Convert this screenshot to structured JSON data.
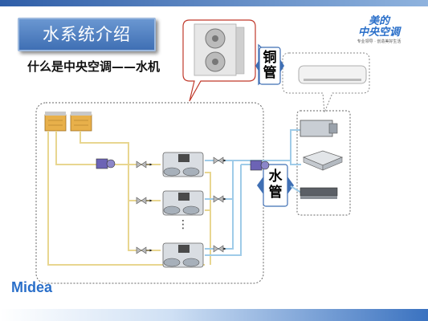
{
  "header": {
    "title": "水系统介绍",
    "subtitle": "什么是中央空调——水机"
  },
  "brand": {
    "logo_line1": "美的",
    "logo_line2": "中央空调",
    "logo_tagline": "专业领导 · 创造美好生活",
    "footer_logo": "Midea"
  },
  "diagram": {
    "copper_pipe_label": [
      "铜",
      "管"
    ],
    "water_pipe_label": [
      "水",
      "管"
    ],
    "chiller_ellipsis": "⋮"
  },
  "colors": {
    "accent": "#3f6fb4",
    "pipe_yellow": "#e8d690",
    "pipe_blue": "#9fcbe8",
    "callout_red": "#c0392b"
  }
}
